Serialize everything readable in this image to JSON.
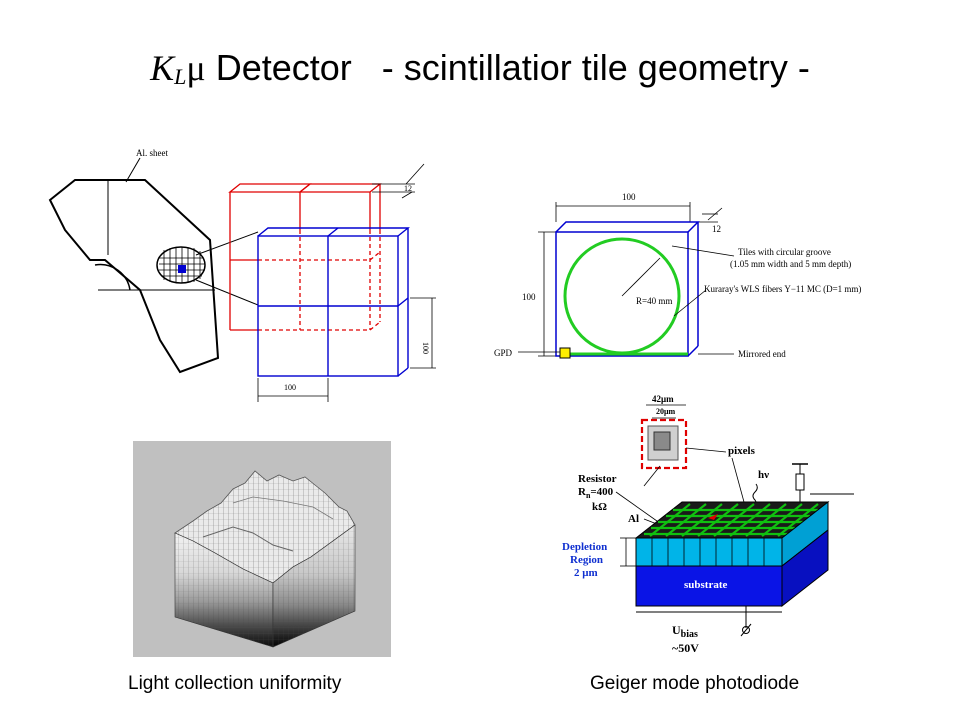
{
  "title": {
    "k": "K",
    "l": "L",
    "mu": "μ",
    "rest": " Detector   - scintillatior tile geometry -"
  },
  "fig1": {
    "al_sheet": "Al. sheet",
    "dim_12": "12",
    "dim_100_v": "100",
    "dim_100_h": "100",
    "colors": {
      "red": "#e00000",
      "blue": "#0000d0"
    }
  },
  "fig2": {
    "dim_top": "100",
    "dim_12": "12",
    "dim_left": "100",
    "groove_line1": "Tiles with circular groove",
    "groove_line2": "(1.05 mm width and 5 mm depth)",
    "radius": "R=40 mm",
    "fiber": "Kuraray's WLS fibers Y−11 MC (D=1 mm)",
    "gpd": "GPD",
    "mirrored": "Mirrored end",
    "colors": {
      "fiber": "#22cc22",
      "tile": "#0000d0",
      "gpd": "#ffee00"
    }
  },
  "fig3": {
    "colors": {
      "background": "#c0c0c0"
    }
  },
  "fig4": {
    "dim_42": "42μm",
    "dim_20": "20μm",
    "pixels": "pixels",
    "hv": "hν",
    "resistor_l1": "Resistor",
    "resistor_l2a": "R",
    "resistor_l2sub": "n",
    "resistor_l2b": "=400",
    "resistor_l3": "kΩ",
    "al": "Al",
    "depletion_l1": "Depletion",
    "depletion_l2": "Region",
    "depletion_l3": "2 μm",
    "substrate": "substrate",
    "ubias_a": "U",
    "ubias_sub": "bias",
    "ubias_l2": "~50V",
    "colors": {
      "cyan": "#00b4e8",
      "substrate": "#0a14e6",
      "red": "#e00000",
      "green": "#10c010"
    }
  },
  "captions": {
    "left": "Light collection uniformity",
    "right": "Geiger mode photodiode"
  }
}
